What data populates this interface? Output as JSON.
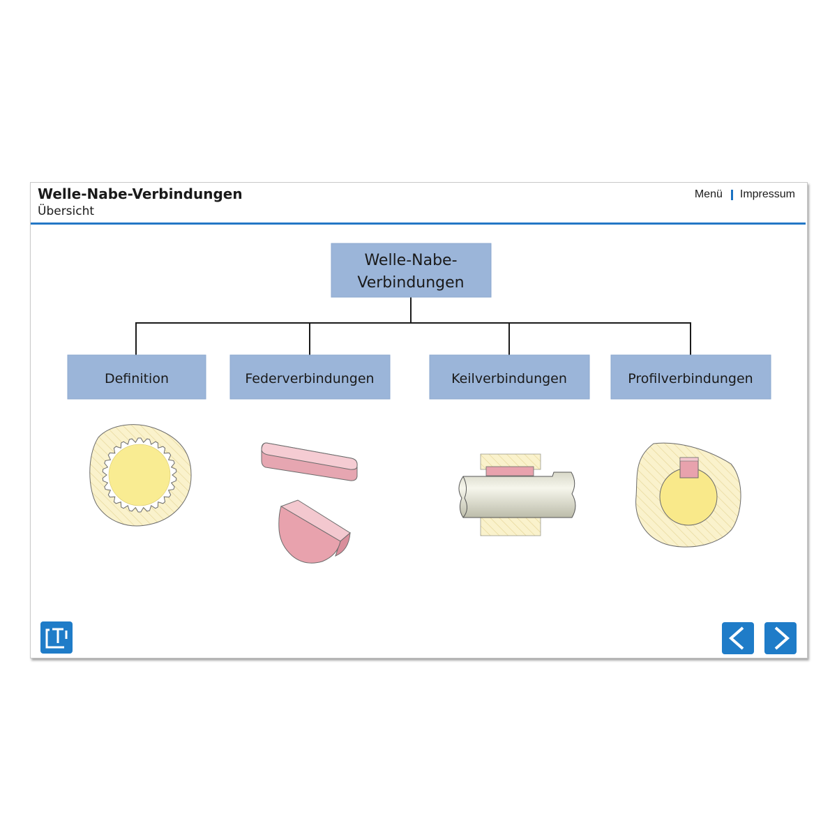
{
  "header": {
    "title": "Welle-Nabe-Verbindungen",
    "subtitle": "Übersicht",
    "menu_label": "Menü",
    "impressum_label": "Impressum"
  },
  "diagram": {
    "root": "Welle-Nabe-\nVerbindungen",
    "root_line1": "Welle-Nabe-",
    "root_line2": "Verbindungen",
    "children": [
      {
        "label": "Definition",
        "illustration": "splined-shaft-cross-section"
      },
      {
        "label": "Federverbindungen",
        "illustration": "parallel-key-and-woodruff-key"
      },
      {
        "label": "Keilverbindungen",
        "illustration": "shaft-with-taper-key"
      },
      {
        "label": "Profilverbindungen",
        "illustration": "shaft-hub-with-key-cross-section"
      }
    ]
  },
  "footer": {
    "logo_icon": "logo-icon",
    "prev_icon": "chevron-left-icon",
    "next_icon": "chevron-right-icon"
  },
  "colors": {
    "accent": "#2477c6",
    "button": "#1f7cc8",
    "node_fill": "#9bb5d9",
    "yellow_light": "#faf1c4",
    "yellow": "#f9e98a",
    "pink": "#e8a2ad",
    "pink_light": "#f3c8cf"
  }
}
